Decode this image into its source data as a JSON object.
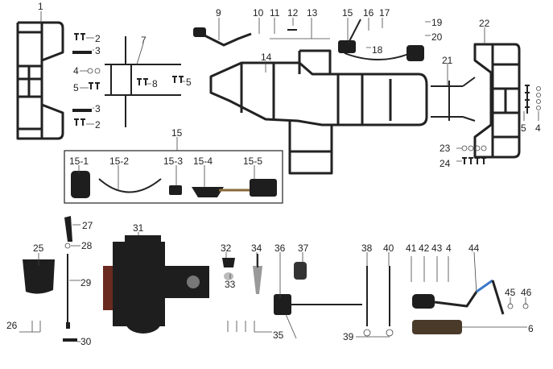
{
  "diagram": {
    "type": "exploded parts diagram",
    "labels": [
      "1",
      "2",
      "3",
      "4",
      "5",
      "8",
      "5",
      "7",
      "3",
      "2",
      "9",
      "10",
      "11",
      "12",
      "13",
      "15",
      "16",
      "17",
      "19",
      "20",
      "18",
      "14",
      "22",
      "21",
      "5",
      "4",
      "23",
      "24",
      "15",
      "15-1",
      "15-2",
      "15-3",
      "15-4",
      "15-5",
      "27",
      "28",
      "25",
      "29",
      "31",
      "26",
      "30",
      "32",
      "34",
      "36",
      "37",
      "33",
      "35",
      "38",
      "40",
      "39",
      "41",
      "42",
      "43",
      "4",
      "44",
      "45",
      "46",
      "6"
    ],
    "colors": {
      "line": "#222222",
      "accent_cable": "#3a78c8",
      "engine_red": "#6a2a20"
    }
  }
}
